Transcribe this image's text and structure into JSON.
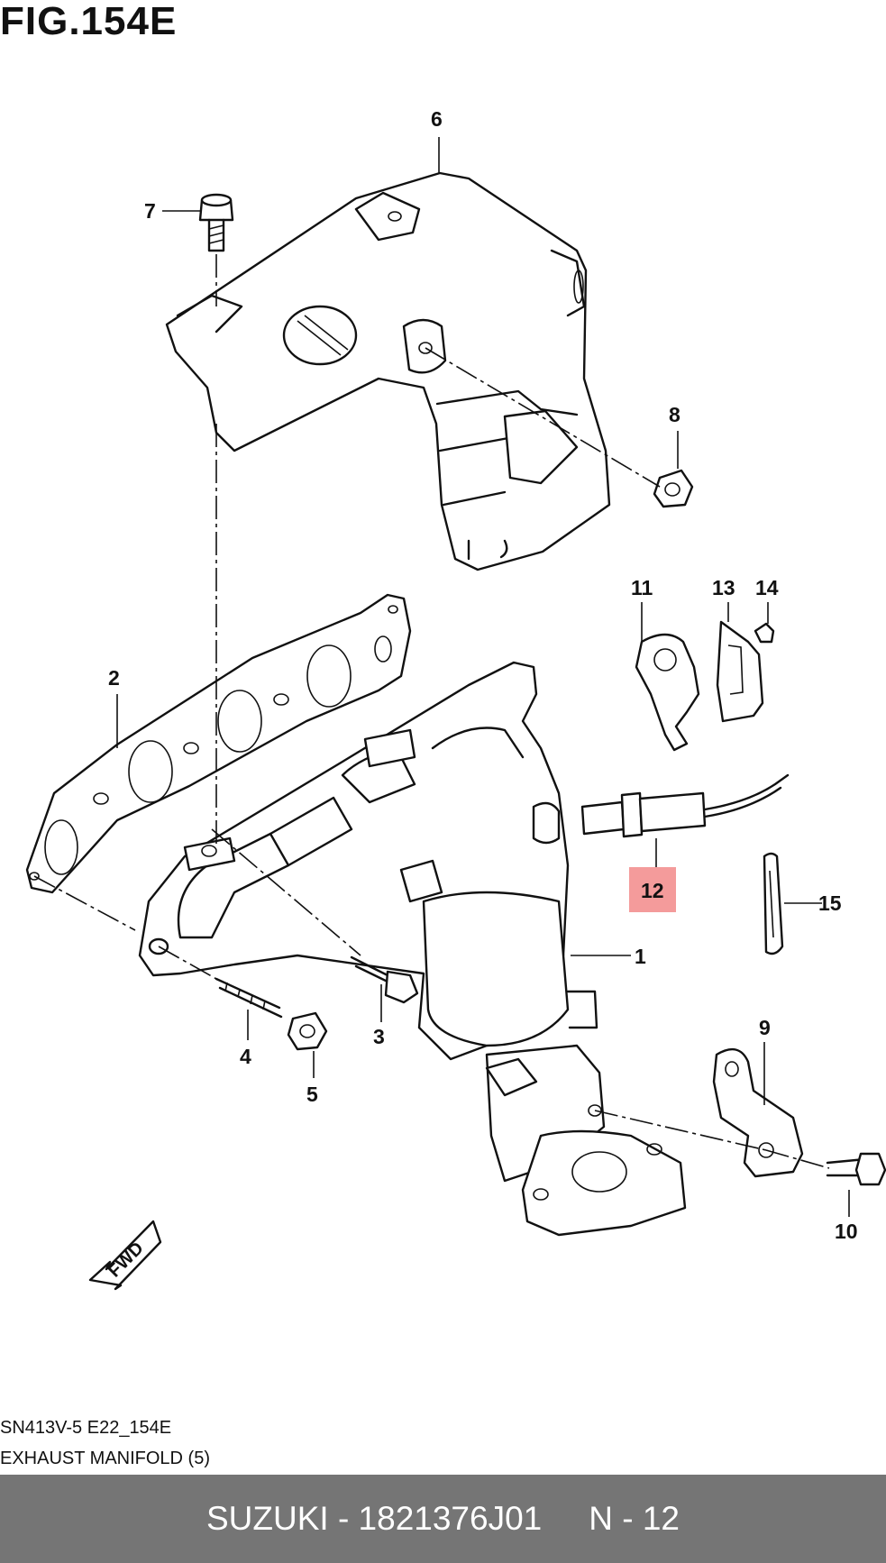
{
  "figure": {
    "title": "FIG.154E"
  },
  "callouts": {
    "c1": "1",
    "c2": "2",
    "c3": "3",
    "c4": "4",
    "c5": "5",
    "c6": "6",
    "c7": "7",
    "c8": "8",
    "c9": "9",
    "c10": "10",
    "c11": "11",
    "c12": "12",
    "c13": "13",
    "c14": "14",
    "c15": "15"
  },
  "highlight": {
    "part": "12",
    "color": "#f49b9b"
  },
  "fwd_label": "FWD",
  "caption": {
    "code": "SN413V-5 E22_154E",
    "name": "EXHAUST MANIFOLD (5)"
  },
  "footer": {
    "part_ref": "SUZUKI - 1821376J01",
    "position": "N - 12"
  },
  "colors": {
    "footer_bg": "#757575",
    "footer_text": "#ffffff"
  }
}
